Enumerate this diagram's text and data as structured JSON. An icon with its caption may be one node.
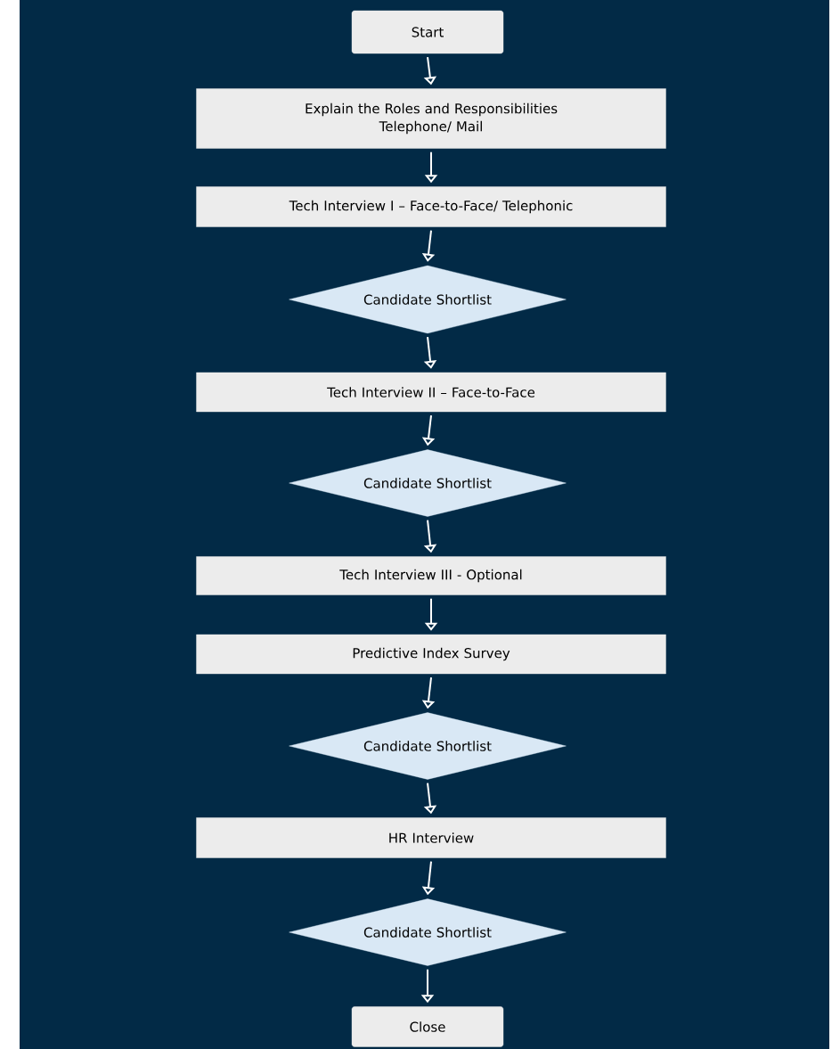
{
  "diagram": {
    "nodes": [
      {
        "text": [
          "Start"
        ]
      },
      {
        "text": [
          "Explain the Roles and Responsibilities Telephone/ Mail"
        ]
      },
      {
        "text": [
          "Tech Interview I – Face-to-Face/ Telephonic"
        ]
      },
      {
        "text": [
          "Candidate Shortlist"
        ]
      },
      {
        "text": [
          "Tech Interview II – Face-to-Face"
        ]
      },
      {
        "text": [
          "Candidate Shortlist"
        ]
      },
      {
        "text": [
          "Tech Interview III - Optional"
        ]
      },
      {
        "text": [
          "Predictive Index Survey"
        ]
      },
      {
        "text": [
          "Candidate Shortlist"
        ]
      },
      {
        "text": [
          "HR Interview"
        ]
      },
      {
        "text": [
          "Candidate Shortlist"
        ]
      },
      {
        "text": [
          "Close"
        ]
      }
    ],
    "edges": [
      {
        "from": 0,
        "to": 1,
        "arrow": "to"
      },
      {
        "from": 1,
        "to": 2,
        "arrow": "to"
      },
      {
        "from": 2,
        "to": 3,
        "arrow": "to"
      },
      {
        "from": 3,
        "to": 4,
        "arrow": "to"
      },
      {
        "from": 4,
        "to": 5,
        "arrow": "to"
      },
      {
        "from": 5,
        "to": 6,
        "arrow": "to"
      },
      {
        "from": 6,
        "to": 7,
        "arrow": "to"
      },
      {
        "from": 7,
        "to": 8,
        "arrow": "to"
      },
      {
        "from": 8,
        "to": 9,
        "arrow": "to"
      },
      {
        "from": 9,
        "to": 10,
        "arrow": "to"
      },
      {
        "from": 10,
        "to": 11,
        "arrow": "to"
      }
    ]
  }
}
